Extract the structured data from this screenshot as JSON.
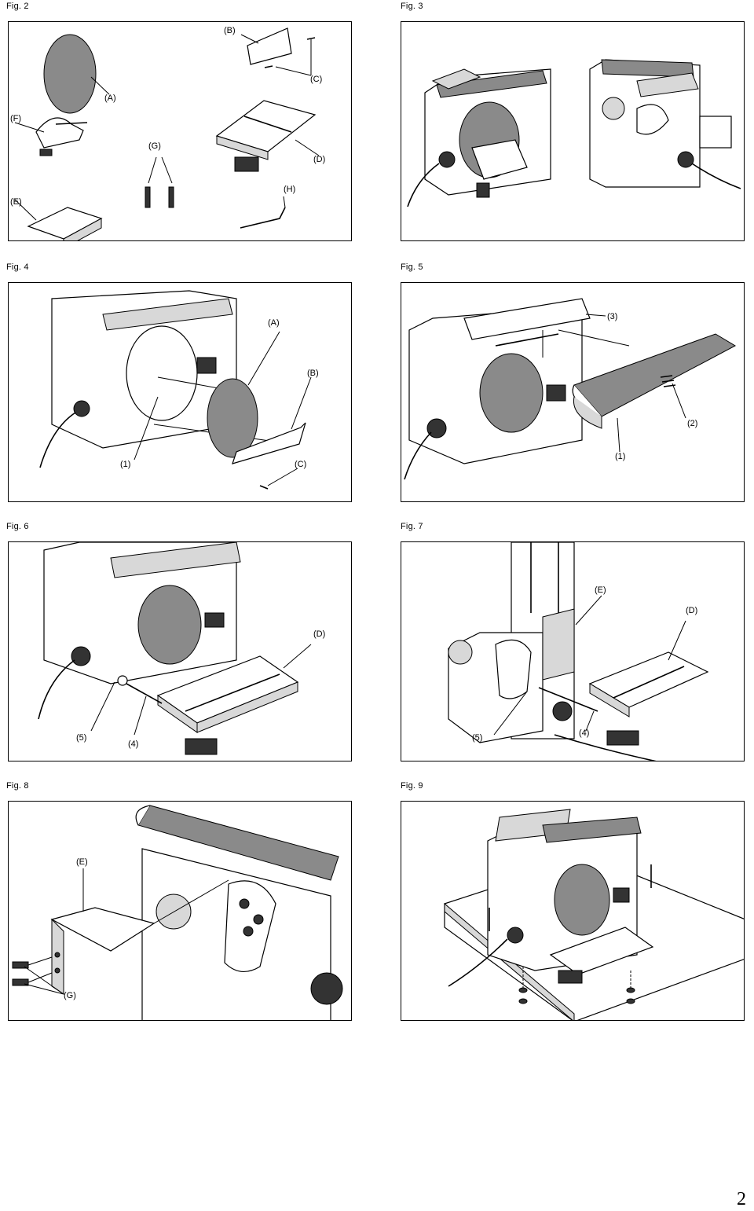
{
  "figures": [
    {
      "id": "fig2",
      "caption": "Fig. 2",
      "labels": [
        "(A)",
        "(B)",
        "(C)",
        "(D)",
        "(E)",
        "(F)",
        "(G)",
        "(H)"
      ]
    },
    {
      "id": "fig3",
      "caption": "Fig. 3",
      "labels": []
    },
    {
      "id": "fig4",
      "caption": "Fig. 4",
      "labels": [
        "(A)",
        "(B)",
        "(1)",
        "(C)"
      ]
    },
    {
      "id": "fig5",
      "caption": "Fig. 5",
      "labels": [
        "(3)",
        "(2)",
        "(1)"
      ]
    },
    {
      "id": "fig6",
      "caption": "Fig. 6",
      "labels": [
        "(D)",
        "(5)",
        "(4)"
      ]
    },
    {
      "id": "fig7",
      "caption": "Fig. 7",
      "labels": [
        "(E)",
        "(D)",
        "(5)",
        "(4)"
      ]
    },
    {
      "id": "fig8",
      "caption": "Fig. 8",
      "labels": [
        "(E)",
        "(G)"
      ]
    },
    {
      "id": "fig9",
      "caption": "Fig. 9",
      "labels": []
    }
  ],
  "page_number": "2"
}
